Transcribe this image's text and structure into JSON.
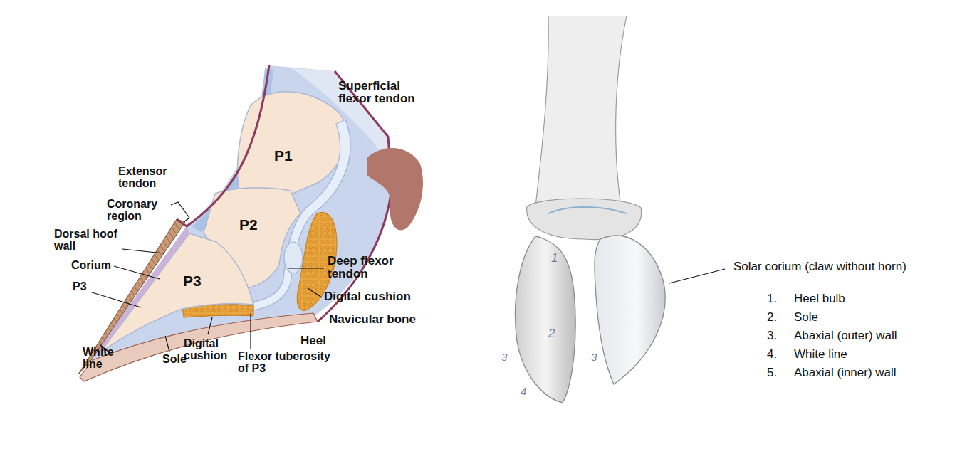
{
  "diagram": {
    "labels": [
      "Superficial flexor tendon",
      "P1",
      "Extensor tendon",
      "Coronary region",
      "P2",
      "Dorsal hoof wall",
      "Corium",
      "Deep flexor tendon",
      "P3",
      "P3",
      "Digital cushion",
      "Navicular bone",
      "Heel",
      "White line",
      "Sole",
      "Digital cushion",
      "Flexor tuberosity of P3",
      "1",
      "2",
      "3",
      "3",
      "4",
      "Solar corium (claw without horn)",
      "1.",
      "Heel bulb",
      "2.",
      "Sole",
      "3.",
      "Abaxial (outer) wall",
      "4.",
      "White line",
      "5.",
      "Abaxial (inner) wall"
    ]
  }
}
